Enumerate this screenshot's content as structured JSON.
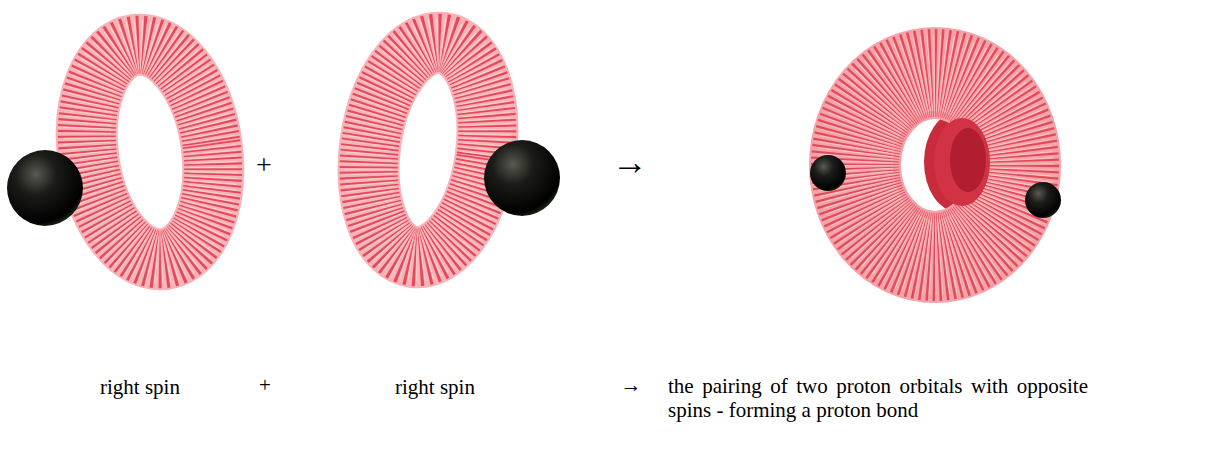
{
  "diagram": {
    "labels": [
      "+",
      "→",
      "right spin",
      "+",
      "right spin",
      "→",
      "the pairing of two proton orbitals with opposite spins - forming a proton bond"
    ]
  }
}
